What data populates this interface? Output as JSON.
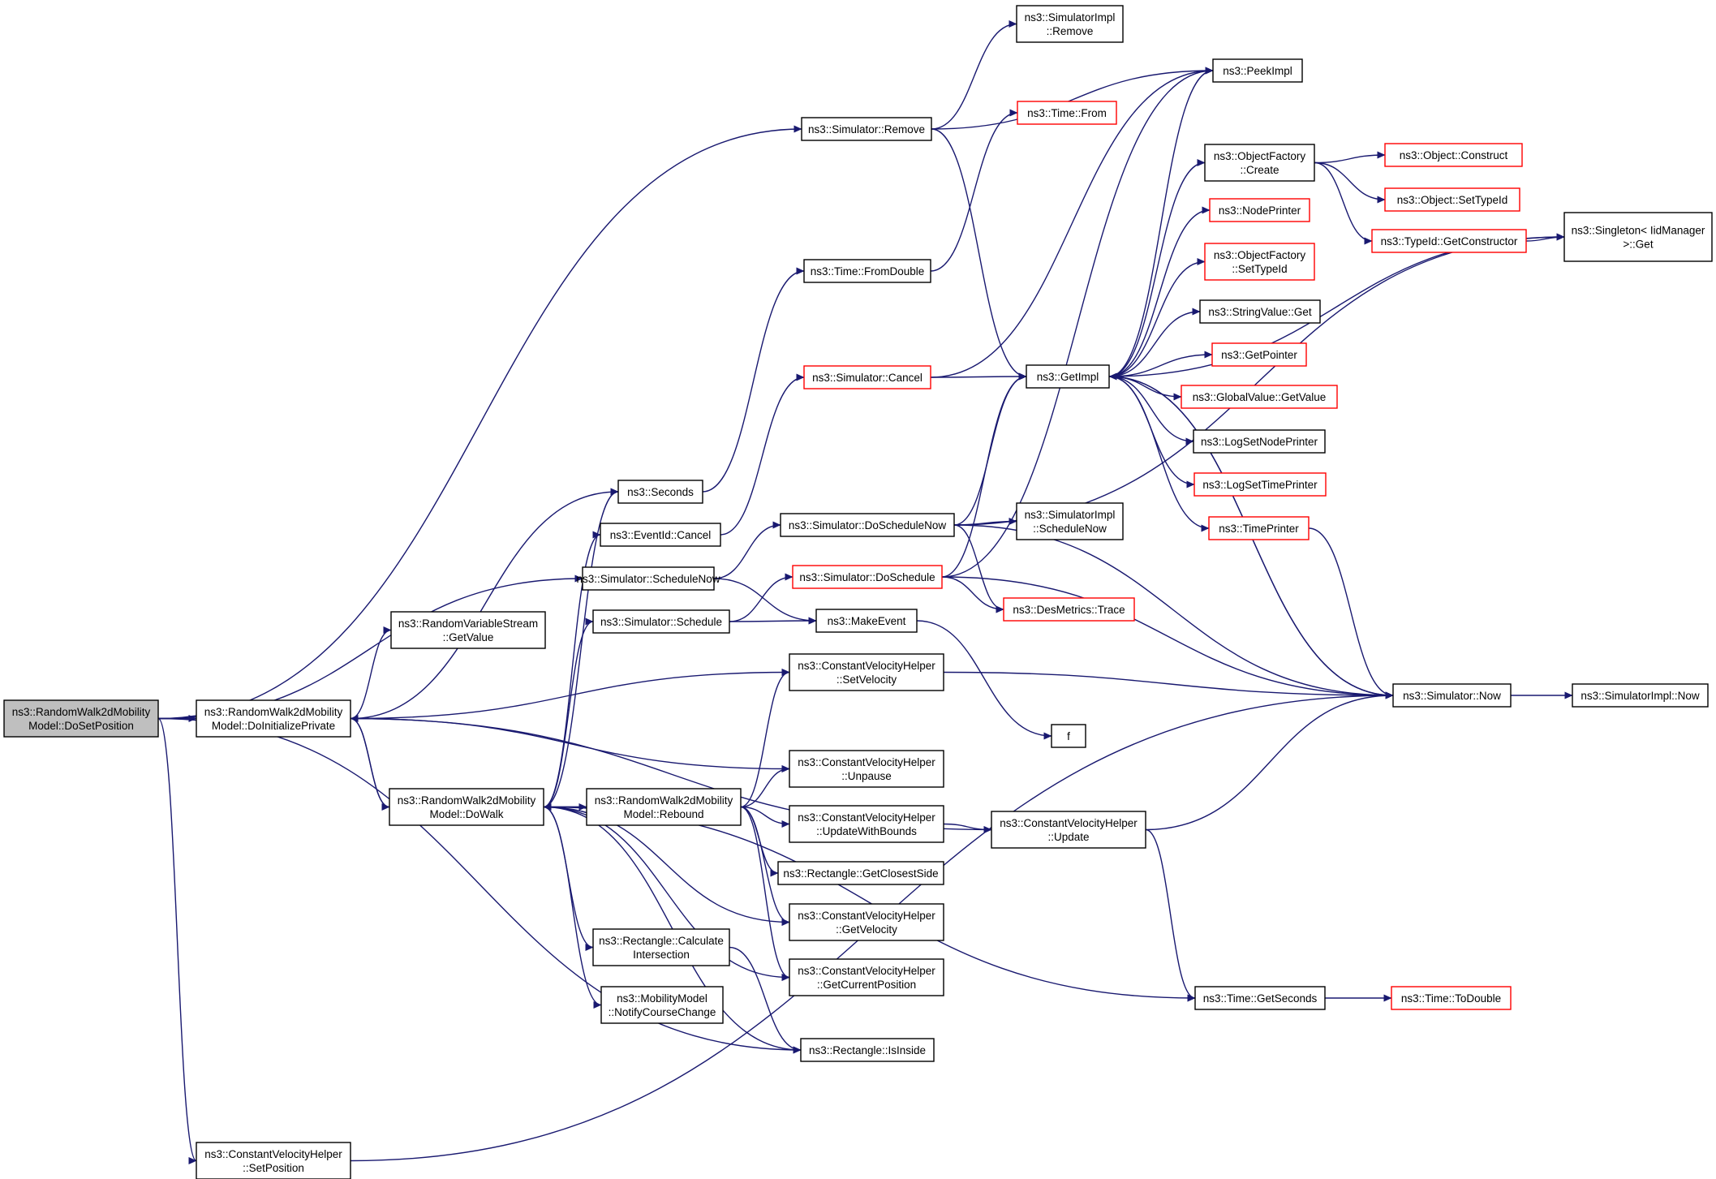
{
  "diagram": {
    "type": "call-graph",
    "colors": {
      "edge": "#191970",
      "normal_border": "#000000",
      "truncated_border": "#ff0000",
      "root_fill": "#bfbfbf",
      "node_fill": "#ffffff"
    },
    "nodes": [
      {
        "id": "root",
        "lines": [
          "ns3::RandomWalk2dMobility",
          "Model::DoSetPosition"
        ],
        "kind": "root"
      },
      {
        "id": "doinit",
        "lines": [
          "ns3::RandomWalk2dMobility",
          "Model::DoInitializePrivate"
        ],
        "kind": "normal"
      },
      {
        "id": "dowalk",
        "lines": [
          "ns3::RandomWalk2dMobility",
          "Model::DoWalk"
        ],
        "kind": "normal"
      },
      {
        "id": "cvsetpos",
        "lines": [
          "ns3::ConstantVelocityHelper",
          "::SetPosition"
        ],
        "kind": "normal"
      },
      {
        "id": "simremove",
        "lines": [
          "ns3::Simulator::Remove"
        ],
        "kind": "normal"
      },
      {
        "id": "seconds",
        "lines": [
          "ns3::Seconds"
        ],
        "kind": "normal"
      },
      {
        "id": "schednow",
        "lines": [
          "ns3::Simulator::ScheduleNow"
        ],
        "kind": "normal"
      },
      {
        "id": "rvsget",
        "lines": [
          "ns3::RandomVariableStream",
          "::GetValue"
        ],
        "kind": "normal"
      },
      {
        "id": "eventcancel",
        "lines": [
          "ns3::EventId::Cancel"
        ],
        "kind": "normal"
      },
      {
        "id": "simsched",
        "lines": [
          "ns3::Simulator::Schedule"
        ],
        "kind": "normal"
      },
      {
        "id": "rebound",
        "lines": [
          "ns3::RandomWalk2dMobility",
          "Model::Rebound"
        ],
        "kind": "normal"
      },
      {
        "id": "rectcalc",
        "lines": [
          "ns3::Rectangle::Calculate",
          "Intersection"
        ],
        "kind": "normal"
      },
      {
        "id": "mmnotify",
        "lines": [
          "ns3::MobilityModel",
          "::NotifyCourseChange"
        ],
        "kind": "normal"
      },
      {
        "id": "implremove",
        "lines": [
          "ns3::SimulatorImpl",
          "::Remove"
        ],
        "kind": "normal"
      },
      {
        "id": "timefromdouble",
        "lines": [
          "ns3::Time::FromDouble"
        ],
        "kind": "normal"
      },
      {
        "id": "simcancel",
        "lines": [
          "ns3::Simulator::Cancel"
        ],
        "kind": "truncated"
      },
      {
        "id": "doschednow",
        "lines": [
          "ns3::Simulator::DoScheduleNow"
        ],
        "kind": "normal"
      },
      {
        "id": "dosched",
        "lines": [
          "ns3::Simulator::DoSchedule"
        ],
        "kind": "truncated"
      },
      {
        "id": "makeevent",
        "lines": [
          "ns3::MakeEvent"
        ],
        "kind": "normal"
      },
      {
        "id": "cvsetvel",
        "lines": [
          "ns3::ConstantVelocityHelper",
          "::SetVelocity"
        ],
        "kind": "normal"
      },
      {
        "id": "cvunpause",
        "lines": [
          "ns3::ConstantVelocityHelper",
          "::Unpause"
        ],
        "kind": "normal"
      },
      {
        "id": "cvupdbounds",
        "lines": [
          "ns3::ConstantVelocityHelper",
          "::UpdateWithBounds"
        ],
        "kind": "normal"
      },
      {
        "id": "rectclosest",
        "lines": [
          "ns3::Rectangle::GetClosestSide"
        ],
        "kind": "normal"
      },
      {
        "id": "cvgetvel",
        "lines": [
          "ns3::ConstantVelocityHelper",
          "::GetVelocity"
        ],
        "kind": "normal"
      },
      {
        "id": "cvgetcur",
        "lines": [
          "ns3::ConstantVelocityHelper",
          "::GetCurrentPosition"
        ],
        "kind": "normal"
      },
      {
        "id": "rectinside",
        "lines": [
          "ns3::Rectangle::IsInside"
        ],
        "kind": "normal"
      },
      {
        "id": "timefrom",
        "lines": [
          "ns3::Time::From"
        ],
        "kind": "truncated"
      },
      {
        "id": "peekimpl",
        "lines": [
          "ns3::PeekImpl"
        ],
        "kind": "normal"
      },
      {
        "id": "getimpl",
        "lines": [
          "ns3::GetImpl"
        ],
        "kind": "normal"
      },
      {
        "id": "implschednow",
        "lines": [
          "ns3::SimulatorImpl",
          "::ScheduleNow"
        ],
        "kind": "normal"
      },
      {
        "id": "desmetrics",
        "lines": [
          "ns3::DesMetrics::Trace"
        ],
        "kind": "truncated"
      },
      {
        "id": "f",
        "lines": [
          "f"
        ],
        "kind": "normal"
      },
      {
        "id": "cvupdate",
        "lines": [
          "ns3::ConstantVelocityHelper",
          "::Update"
        ],
        "kind": "normal"
      },
      {
        "id": "ofcreate",
        "lines": [
          "ns3::ObjectFactory",
          "::Create"
        ],
        "kind": "normal"
      },
      {
        "id": "nodeprinter",
        "lines": [
          "ns3::NodePrinter"
        ],
        "kind": "truncated"
      },
      {
        "id": "ofsettype",
        "lines": [
          "ns3::ObjectFactory",
          "::SetTypeId"
        ],
        "kind": "truncated"
      },
      {
        "id": "strget",
        "lines": [
          "ns3::StringValue::Get"
        ],
        "kind": "normal"
      },
      {
        "id": "getpointer",
        "lines": [
          "ns3::GetPointer"
        ],
        "kind": "truncated"
      },
      {
        "id": "gvgetvalue",
        "lines": [
          "ns3::GlobalValue::GetValue"
        ],
        "kind": "truncated"
      },
      {
        "id": "logsetnode",
        "lines": [
          "ns3::LogSetNodePrinter"
        ],
        "kind": "normal"
      },
      {
        "id": "logsettime",
        "lines": [
          "ns3::LogSetTimePrinter"
        ],
        "kind": "truncated"
      },
      {
        "id": "timeprinter",
        "lines": [
          "ns3::TimePrinter"
        ],
        "kind": "truncated"
      },
      {
        "id": "simnow",
        "lines": [
          "ns3::Simulator::Now"
        ],
        "kind": "normal"
      },
      {
        "id": "timegetsec",
        "lines": [
          "ns3::Time::GetSeconds"
        ],
        "kind": "normal"
      },
      {
        "id": "objconstruct",
        "lines": [
          "ns3::Object::Construct"
        ],
        "kind": "truncated"
      },
      {
        "id": "objsettype",
        "lines": [
          "ns3::Object::SetTypeId"
        ],
        "kind": "truncated"
      },
      {
        "id": "typeidgetctor",
        "lines": [
          "ns3::TypeId::GetConstructor"
        ],
        "kind": "truncated"
      },
      {
        "id": "singleton",
        "lines": [
          "ns3::Singleton< IidManager",
          ">::Get"
        ],
        "kind": "normal"
      },
      {
        "id": "implnow",
        "lines": [
          "ns3::SimulatorImpl::Now"
        ],
        "kind": "normal"
      },
      {
        "id": "timetodouble",
        "lines": [
          "ns3::Time::ToDouble"
        ],
        "kind": "truncated"
      }
    ],
    "edges": [
      [
        "root",
        "doinit"
      ],
      [
        "root",
        "simremove"
      ],
      [
        "root",
        "schednow"
      ],
      [
        "root",
        "cvsetpos"
      ],
      [
        "root",
        "rectinside"
      ],
      [
        "doinit",
        "seconds"
      ],
      [
        "doinit",
        "rvsget"
      ],
      [
        "doinit",
        "cvsetvel"
      ],
      [
        "doinit",
        "cvunpause"
      ],
      [
        "doinit",
        "cvupdate"
      ],
      [
        "doinit",
        "dowalk"
      ],
      [
        "dowalk",
        "doinit"
      ],
      [
        "dowalk",
        "seconds"
      ],
      [
        "dowalk",
        "eventcancel"
      ],
      [
        "dowalk",
        "simsched"
      ],
      [
        "dowalk",
        "rebound"
      ],
      [
        "dowalk",
        "cvgetvel"
      ],
      [
        "dowalk",
        "cvgetcur"
      ],
      [
        "dowalk",
        "rectcalc"
      ],
      [
        "dowalk",
        "mmnotify"
      ],
      [
        "dowalk",
        "rectinside"
      ],
      [
        "dowalk",
        "timegetsec"
      ],
      [
        "rebound",
        "dowalk"
      ],
      [
        "rebound",
        "cvsetvel"
      ],
      [
        "rebound",
        "cvunpause"
      ],
      [
        "rebound",
        "cvupdbounds"
      ],
      [
        "rebound",
        "rectclosest"
      ],
      [
        "rebound",
        "cvgetvel"
      ],
      [
        "rebound",
        "cvgetcur"
      ],
      [
        "simremove",
        "implremove"
      ],
      [
        "simremove",
        "peekimpl"
      ],
      [
        "simremove",
        "getimpl"
      ],
      [
        "seconds",
        "timefromdouble"
      ],
      [
        "timefromdouble",
        "timefrom"
      ],
      [
        "schednow",
        "doschednow"
      ],
      [
        "schednow",
        "makeevent"
      ],
      [
        "eventcancel",
        "simcancel"
      ],
      [
        "simsched",
        "dosched"
      ],
      [
        "simsched",
        "makeevent"
      ],
      [
        "simcancel",
        "getimpl"
      ],
      [
        "simcancel",
        "peekimpl"
      ],
      [
        "doschednow",
        "getimpl"
      ],
      [
        "doschednow",
        "implschednow"
      ],
      [
        "doschednow",
        "desmetrics"
      ],
      [
        "doschednow",
        "simnow"
      ],
      [
        "doschednow",
        "singleton"
      ],
      [
        "dosched",
        "getimpl"
      ],
      [
        "dosched",
        "desmetrics"
      ],
      [
        "dosched",
        "simnow"
      ],
      [
        "dosched",
        "peekimpl"
      ],
      [
        "makeevent",
        "f"
      ],
      [
        "cvsetvel",
        "simnow"
      ],
      [
        "cvupdbounds",
        "cvupdate"
      ],
      [
        "cvupdate",
        "simnow"
      ],
      [
        "cvupdate",
        "timegetsec"
      ],
      [
        "rectcalc",
        "rectinside"
      ],
      [
        "cvsetpos",
        "simnow"
      ],
      [
        "getimpl",
        "peekimpl"
      ],
      [
        "getimpl",
        "singleton"
      ],
      [
        "getimpl",
        "ofcreate"
      ],
      [
        "getimpl",
        "nodeprinter"
      ],
      [
        "getimpl",
        "ofsettype"
      ],
      [
        "getimpl",
        "strget"
      ],
      [
        "getimpl",
        "getpointer"
      ],
      [
        "getimpl",
        "gvgetvalue"
      ],
      [
        "getimpl",
        "logsetnode"
      ],
      [
        "getimpl",
        "logsettime"
      ],
      [
        "getimpl",
        "timeprinter"
      ],
      [
        "getimpl",
        "simnow"
      ],
      [
        "simnow",
        "getimpl"
      ],
      [
        "simnow",
        "implnow"
      ],
      [
        "timeprinter",
        "simnow"
      ],
      [
        "ofcreate",
        "objconstruct"
      ],
      [
        "ofcreate",
        "objsettype"
      ],
      [
        "ofcreate",
        "typeidgetctor"
      ],
      [
        "typeidgetctor",
        "singleton"
      ],
      [
        "timegetsec",
        "timetodouble"
      ]
    ]
  }
}
